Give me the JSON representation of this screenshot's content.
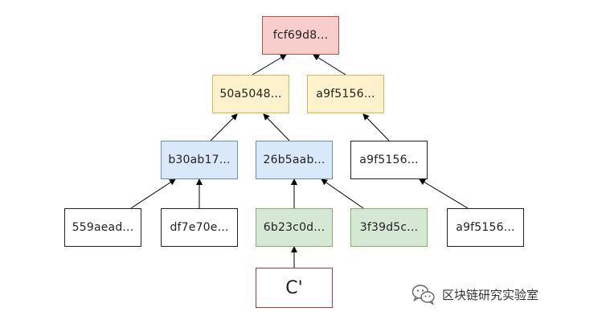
{
  "nodes": {
    "root": "fcf69d8...",
    "l1_left": "50a5048...",
    "l1_right": "a9f5156...",
    "l2_a": "b30ab17...",
    "l2_b": "26b5aab...",
    "l2_c": "a9f5156...",
    "leaf_1": "559aead...",
    "leaf_2": "df7e70e...",
    "leaf_3": "6b23c0d...",
    "leaf_4": "3f39d5c...",
    "leaf_5": "a9f5156...",
    "modified": "C'"
  },
  "watermark": {
    "text": "区块链研究实验室",
    "icon": "wechat-icon"
  },
  "colors": {
    "root": "#f8cecc",
    "level1": "#fff2cc",
    "level2": "#dae8fc",
    "changed_path": "#d5e8d4",
    "plain": "#ffffff",
    "modified_border": "#cc3333"
  }
}
